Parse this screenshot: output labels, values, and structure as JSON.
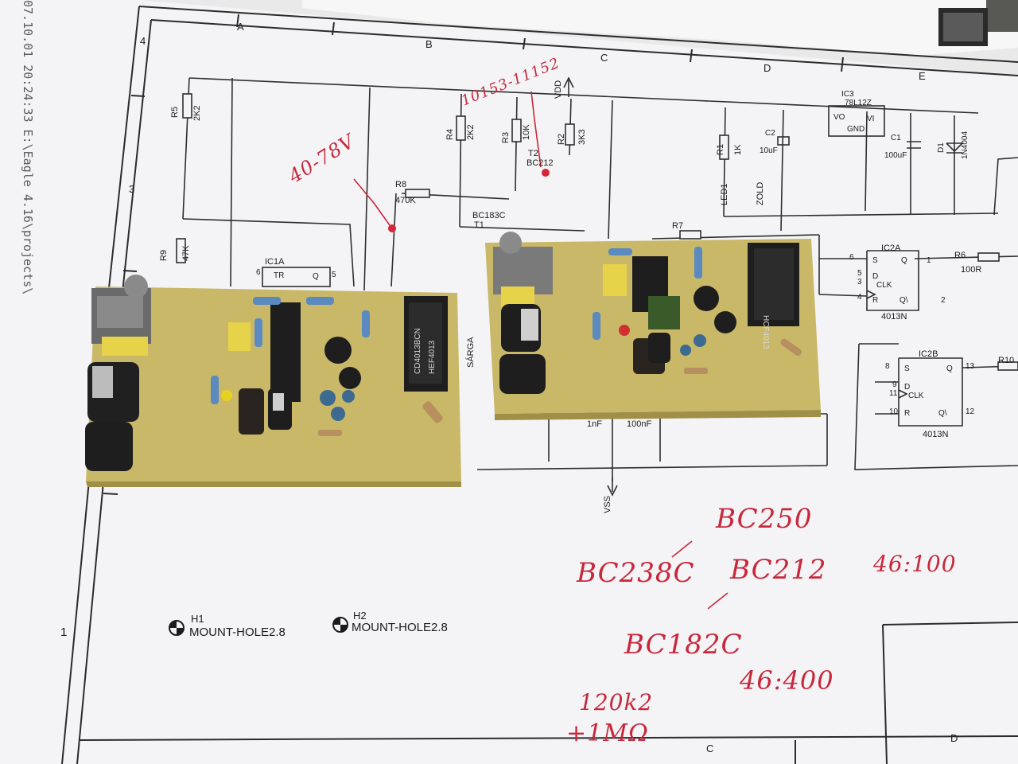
{
  "print_stamp": "07.10.01 20:24:33   E:\\Eagle 4.16\\projects\\",
  "frame": {
    "columns": [
      "A",
      "B",
      "C",
      "D",
      "E"
    ],
    "bottom_columns": [
      "C",
      "D"
    ],
    "rows": [
      "4",
      "3",
      "1"
    ]
  },
  "components": {
    "r5": {
      "name": "R5",
      "value": "2K2"
    },
    "r4": {
      "name": "R4",
      "value": "2K2"
    },
    "r3": {
      "name": "R3",
      "value": "10K"
    },
    "r2": {
      "name": "R2",
      "value": "3K3"
    },
    "r1": {
      "name": "R1",
      "value": "1K"
    },
    "r8": {
      "name": "R8",
      "value": "470K"
    },
    "r9": {
      "name": "R9",
      "value": "47K"
    },
    "r7": {
      "name": "R7"
    },
    "r6": {
      "name": "R6",
      "value": "100R"
    },
    "r10": {
      "name": "R10"
    },
    "t1": {
      "name": "T1",
      "value": "BC183C"
    },
    "t2": {
      "name": "T2",
      "value": "BC212"
    },
    "c1": {
      "name": "C1",
      "value": "100uF"
    },
    "c2": {
      "name": "C2",
      "value": "10uF"
    },
    "d1": {
      "name": "D1",
      "value": "1N4004"
    },
    "led1": {
      "name": "LED1",
      "value": "ZOLD"
    },
    "ic3": {
      "name": "IC3",
      "value": "78L12Z",
      "pins": [
        "VO",
        "VI",
        "GND"
      ]
    },
    "ic1a": {
      "name": "IC1A",
      "pins": [
        "TR",
        "Q"
      ],
      "pin_numbers": [
        "6",
        "5"
      ]
    },
    "ic2a": {
      "name": "IC2A",
      "type": "4013N",
      "pins": [
        "S",
        "Q",
        "D",
        "CLK",
        "R",
        "Q\\"
      ],
      "pin_numbers": [
        "6",
        "5",
        "3",
        "4",
        "1",
        "2"
      ]
    },
    "ic2b": {
      "name": "IC2B",
      "type": "4013N",
      "pins": [
        "S",
        "Q",
        "D",
        "CLK",
        "R",
        "Q\\"
      ],
      "pin_numbers": [
        "8",
        "9",
        "11",
        "10",
        "13",
        "12"
      ]
    },
    "cap_1n": {
      "value": "1nF"
    },
    "cap_100n": {
      "value": "100nF"
    }
  },
  "nets": {
    "vdd": "VDD",
    "vss": "VSS",
    "sarga": "SÁRGA"
  },
  "mount_holes": [
    {
      "name": "H1",
      "value": "MOUNT-HOLE2.8"
    },
    {
      "name": "H2",
      "value": "MOUNT-HOLE2.8"
    }
  ],
  "board_chip_labels": {
    "left_a": "CD4013BCN",
    "left_b": "HEF4013",
    "right_a": "HCF4013"
  },
  "handwritten_notes": {
    "n1": "40-78V",
    "n2": "10153-11152",
    "n3": "BC250",
    "n4": "BC238C",
    "n5": "BC212",
    "n6": "46:100",
    "n7": "BC182C",
    "n8": "46:400",
    "n9": "120k2",
    "n10": "+1MΩ"
  },
  "colors": {
    "paper": "#f4f4f6",
    "line": "#2a2a2a",
    "pcb": "#c9b868",
    "ink": "#c8283c"
  }
}
